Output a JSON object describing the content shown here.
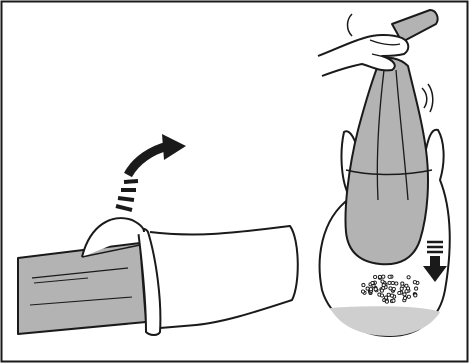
{
  "illustration": {
    "panels": [
      {
        "id": "left",
        "subject": "sleeve-turning-outward"
      },
      {
        "id": "right",
        "subject": "bag-shaken-out-into-outer-bag"
      }
    ],
    "icons": [
      "curved-arrow-icon",
      "down-arrow-icon",
      "hand-icon"
    ],
    "colors": {
      "outline": "#1a1a1a",
      "fill_gray": "#b3b3b3",
      "fill_light": "#cfcfcf",
      "background": "#ffffff"
    }
  }
}
